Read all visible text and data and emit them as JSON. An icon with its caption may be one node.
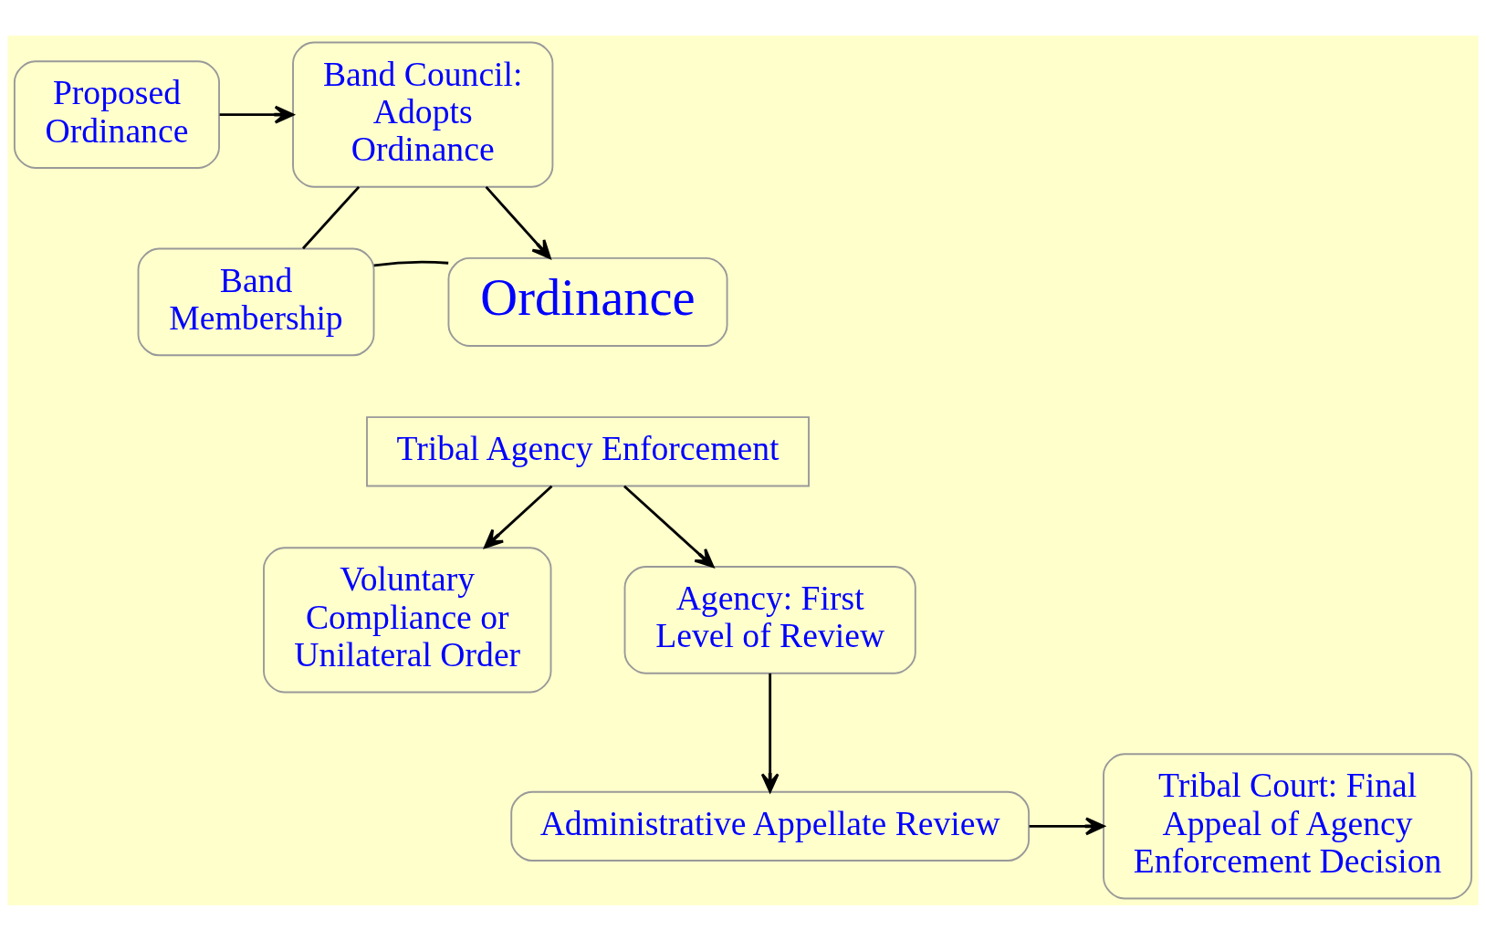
{
  "diagram": {
    "nodes": [
      {
        "text": [
          "Proposed Ordinance"
        ]
      },
      {
        "text": [
          "Band Council: Adopts Ordinance"
        ]
      },
      {
        "text": [
          "Band Membership"
        ]
      },
      {
        "text": [
          "Ordinance"
        ]
      },
      {
        "text": [
          "Tribal Agency Enforcement"
        ]
      },
      {
        "text": [
          "Voluntary Compliance or Unilateral Order"
        ]
      },
      {
        "text": [
          "Agency: First Level of Review"
        ]
      },
      {
        "text": [
          "Tribal Court: Final Appeal of Agency Enforcement Decision"
        ]
      },
      {
        "text": [
          "Administrative Appellate Review"
        ]
      }
    ],
    "edges": [
      {
        "from": 0,
        "to": 1,
        "arrow": "to"
      },
      {
        "from": 1,
        "to": 3,
        "arrow": "to"
      },
      {
        "from": 1,
        "to": 2,
        "arrow": "none"
      },
      {
        "from": 3,
        "to": 2,
        "arrow": "none"
      },
      {
        "from": 4,
        "to": 5,
        "arrow": "to"
      },
      {
        "from": 4,
        "to": 6,
        "arrow": "to"
      },
      {
        "from": 6,
        "to": 8,
        "arrow": "to"
      },
      {
        "from": 8,
        "to": 7,
        "arrow": "to"
      }
    ]
  }
}
